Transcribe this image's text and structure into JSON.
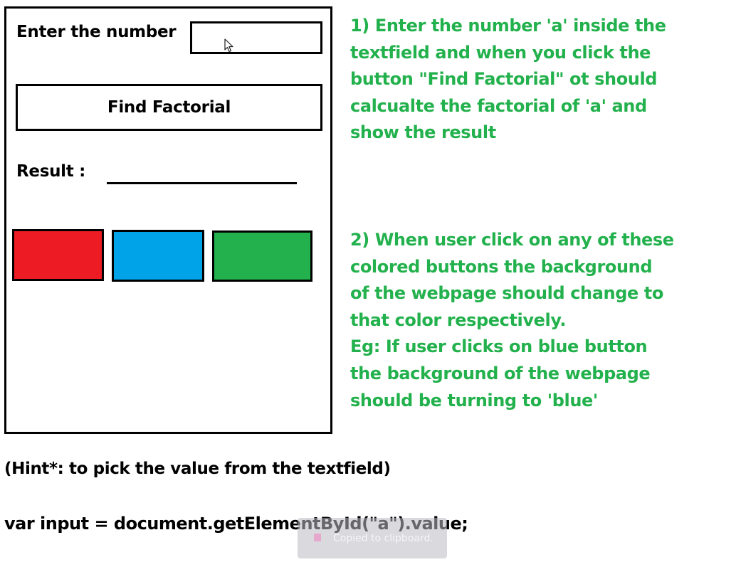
{
  "form": {
    "enter_label": "Enter the number",
    "number_value": "",
    "find_button_label": "Find Factorial",
    "result_label": "Result :",
    "color_buttons": [
      {
        "name": "red",
        "color": "#ed1c24"
      },
      {
        "name": "blue",
        "color": "#00a2e8"
      },
      {
        "name": "green",
        "color": "#22b14c"
      }
    ]
  },
  "instructions": {
    "color": "#22b14c",
    "step1": "1) Enter the number 'a' inside the\ntextfield and when you click the\nbutton \"Find Factorial\" ot should\ncalcualte the factorial of 'a' and\nshow the result",
    "step2": "2) When user click on any of these\ncolored buttons the background\nof the webpage should change to\nthat color respectively.\nEg: If user clicks on blue button\nthe background of the webpage\nshould be turning to 'blue'"
  },
  "hint": {
    "text": "(Hint*: to pick the value from the textfield)",
    "code": "var input = document.getElementById(\"a\").value;"
  },
  "toast": {
    "text": "Copied to clipboard."
  }
}
